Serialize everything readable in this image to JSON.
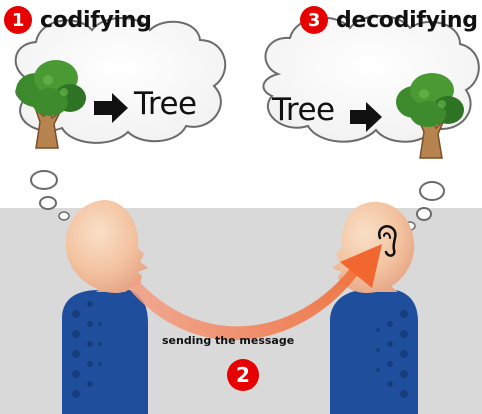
{
  "steps": [
    {
      "number": "1",
      "label": "codifying"
    },
    {
      "number": "3",
      "label": "decodifying"
    }
  ],
  "left_thought": {
    "word": "Tree"
  },
  "right_thought": {
    "word": "Tree"
  },
  "message": {
    "label": "sending the message",
    "number": "2"
  },
  "colors": {
    "badge": "#e60000",
    "band": "#d9d9d9",
    "body": "#1f4f9c",
    "arrow": "#f07a55",
    "foliage": "#3c8a2c",
    "trunk": "#a86a3c"
  },
  "icons": [
    "tree-icon",
    "arrow-right-icon",
    "ear-icon",
    "person-icon"
  ]
}
